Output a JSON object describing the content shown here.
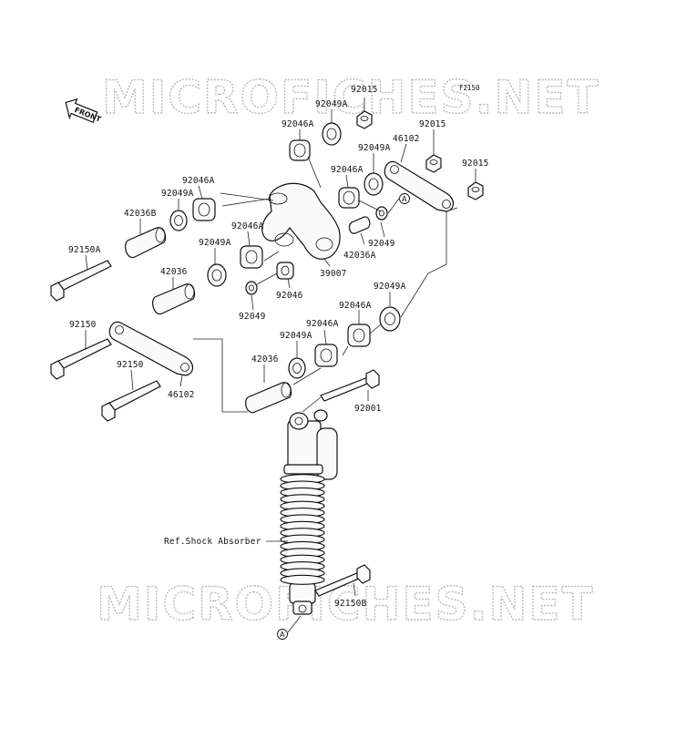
{
  "watermark": "MICROFICHES.NET",
  "figure_code": "F2150",
  "front_label": "FRONT",
  "ref_marker": "A",
  "ref_label": "Ref.Shock Absorber",
  "labels": {
    "p92015a": "92015",
    "p92015b": "92015",
    "p92015c": "92015",
    "p92049Aa": "92049A",
    "p92049Ab": "92049A",
    "p92049Ac": "92049A",
    "p92049Ad": "92049A",
    "p92049Ae": "92049A",
    "p92046Aa": "92046A",
    "p92046Ab": "92046A",
    "p92046Ac": "92046A",
    "p92046Ad": "92046A",
    "p92046Ae": "92046A",
    "p46102a": "46102",
    "p46102b": "46102",
    "p42036B": "42036B",
    "p42036a": "42036",
    "p42036b": "42036",
    "p42036A": "42036A",
    "p92150A": "92150A",
    "p92150a": "92150",
    "p92150b": "92150",
    "p92150B": "92150B",
    "p92049a": "92049",
    "p92049b": "92049",
    "p92046": "92046",
    "p39007": "39007",
    "p92001": "92001"
  }
}
